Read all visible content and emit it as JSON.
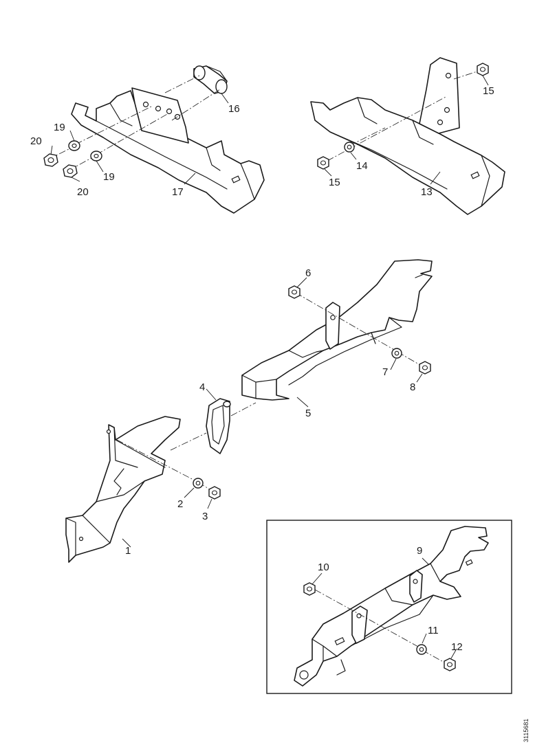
{
  "callouts": {
    "c1": "1",
    "c2": "2",
    "c3": "3",
    "c4": "4",
    "c5": "5",
    "c6": "6",
    "c7": "7",
    "c8": "8",
    "c9": "9",
    "c10": "10",
    "c11": "11",
    "c12": "12",
    "c13": "13",
    "c14": "14",
    "c15a": "15",
    "c15b": "15",
    "c16": "16",
    "c17": "17",
    "c19a": "19",
    "c19b": "19",
    "c20a": "20",
    "c20b": "20"
  },
  "document_id": "3115681"
}
